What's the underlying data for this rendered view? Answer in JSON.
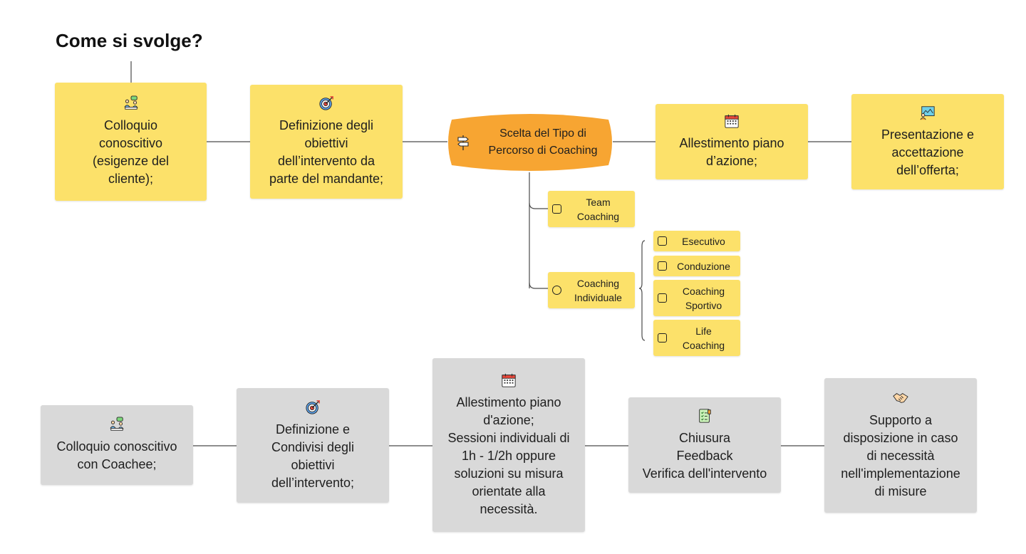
{
  "title": "Come si svolge?",
  "colors": {
    "yellow": "#fce16a",
    "orange": "#f7a532",
    "gray": "#d9d9d9"
  },
  "top_row": [
    {
      "label": "Colloquio\nconoscitivo\n(esigenze del\ncliente);",
      "icon": "meeting-icon"
    },
    {
      "label": "Definizione degli\nobiettivi\ndell’intervento da\nparte del mandante;",
      "icon": "target-icon"
    },
    {
      "label": "Allestimento piano\nd’azione;",
      "icon": "calendar-icon"
    },
    {
      "label": "Presentazione e\naccettazione\ndell’offerta;",
      "icon": "presentation-icon"
    }
  ],
  "central": {
    "label": "Scelta del Tipo di\nPercorso di Coaching",
    "icon": "signpost-icon"
  },
  "coaching_types": [
    {
      "label": "Team\nCoaching"
    },
    {
      "label": "Coaching\nIndividuale"
    }
  ],
  "individual_types": [
    {
      "label": "Esecutivo"
    },
    {
      "label": "Conduzione"
    },
    {
      "label": "Coaching\nSportivo"
    },
    {
      "label": "Life\nCoaching"
    }
  ],
  "bottom_row": [
    {
      "label": "Colloquio conoscitivo\ncon Coachee;",
      "icon": "meeting-icon"
    },
    {
      "label": "Definizione e\nCondivisi degli\nobiettivi\ndell’intervento;",
      "icon": "target-icon"
    },
    {
      "label": "Allestimento piano\nd'azione;\nSessioni individuali di\n1h - 1/2h oppure\nsoluzioni su misura\norientate alla\nnecessità.",
      "icon": "calendar-icon"
    },
    {
      "label": "Chiusura\nFeedback\nVerifica dell'intervento",
      "icon": "checklist-icon"
    },
    {
      "label": "Supporto a\ndisposizione in caso\ndi necessità\nnell'implementazione\ndi misure",
      "icon": "handshake-icon"
    }
  ]
}
